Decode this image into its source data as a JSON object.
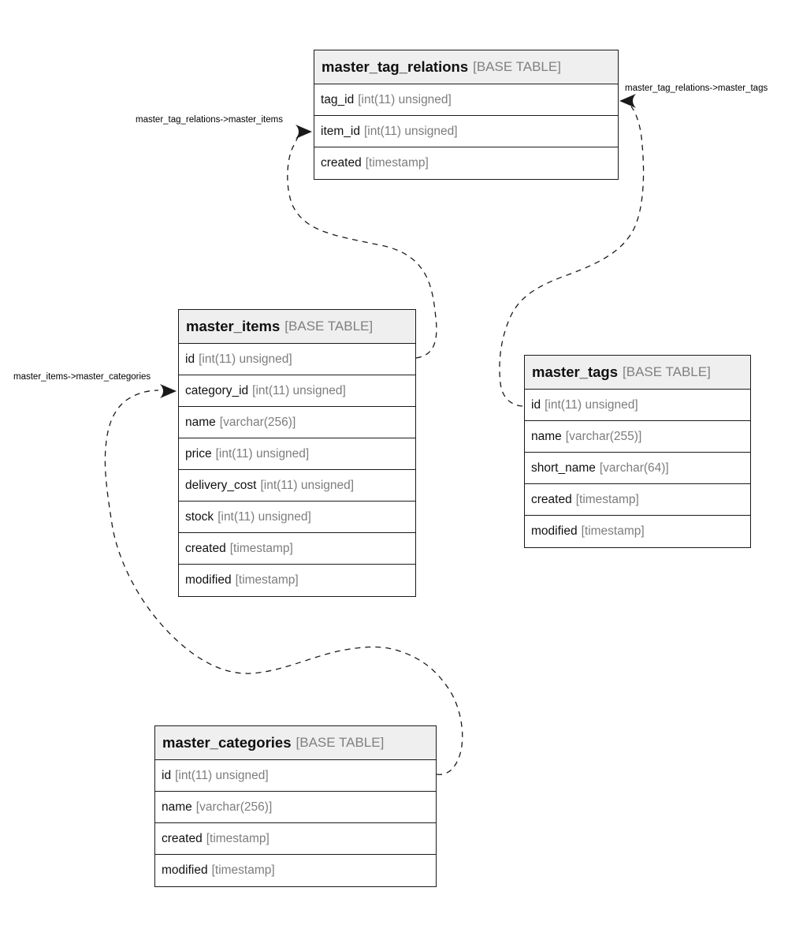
{
  "diagram": {
    "tables": [
      {
        "id": "master_tag_relations",
        "name": "master_tag_relations",
        "badge": "[BASE TABLE]",
        "fields": [
          {
            "name": "tag_id",
            "type": "[int(11) unsigned]"
          },
          {
            "name": "item_id",
            "type": "[int(11) unsigned]"
          },
          {
            "name": "created",
            "type": "[timestamp]"
          }
        ]
      },
      {
        "id": "master_items",
        "name": "master_items",
        "badge": "[BASE TABLE]",
        "fields": [
          {
            "name": "id",
            "type": "[int(11) unsigned]"
          },
          {
            "name": "category_id",
            "type": "[int(11) unsigned]"
          },
          {
            "name": "name",
            "type": "[varchar(256)]"
          },
          {
            "name": "price",
            "type": "[int(11) unsigned]"
          },
          {
            "name": "delivery_cost",
            "type": "[int(11) unsigned]"
          },
          {
            "name": "stock",
            "type": "[int(11) unsigned]"
          },
          {
            "name": "created",
            "type": "[timestamp]"
          },
          {
            "name": "modified",
            "type": "[timestamp]"
          }
        ]
      },
      {
        "id": "master_tags",
        "name": "master_tags",
        "badge": "[BASE TABLE]",
        "fields": [
          {
            "name": "id",
            "type": "[int(11) unsigned]"
          },
          {
            "name": "name",
            "type": "[varchar(255)]"
          },
          {
            "name": "short_name",
            "type": "[varchar(64)]"
          },
          {
            "name": "created",
            "type": "[timestamp]"
          },
          {
            "name": "modified",
            "type": "[timestamp]"
          }
        ]
      },
      {
        "id": "master_categories",
        "name": "master_categories",
        "badge": "[BASE TABLE]",
        "fields": [
          {
            "name": "id",
            "type": "[int(11) unsigned]"
          },
          {
            "name": "name",
            "type": "[varchar(256)]"
          },
          {
            "name": "created",
            "type": "[timestamp]"
          },
          {
            "name": "modified",
            "type": "[timestamp]"
          }
        ]
      }
    ],
    "relations": [
      {
        "label": "master_tag_relations->master_items",
        "from": "master_items.id",
        "to": "master_tag_relations.item_id"
      },
      {
        "label": "master_tag_relations->master_tags",
        "from": "master_tags.id",
        "to": "master_tag_relations.tag_id"
      },
      {
        "label": "master_items->master_categories",
        "from": "master_categories.id",
        "to": "master_items.category_id"
      }
    ]
  },
  "colors": {
    "header_bg": "#efefef",
    "border": "#1a1a1a",
    "field_name": "#111111",
    "field_type": "#7d7d7d",
    "badge": "#808080",
    "relation_line": "#1a1a1a",
    "label_text": "#000000"
  }
}
